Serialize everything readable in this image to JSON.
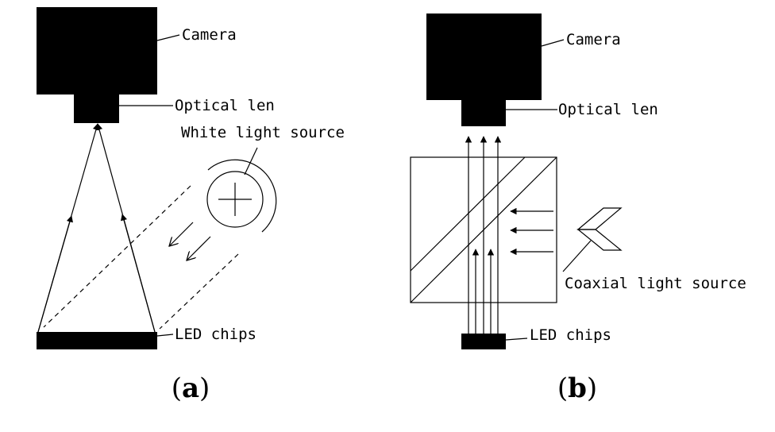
{
  "panel_a": {
    "camera_label": "Camera",
    "lens_label": "Optical len",
    "light_label": "White light source",
    "chips_label": "LED chips",
    "caption_open": "(",
    "caption_letter": "a",
    "caption_close": ")"
  },
  "panel_b": {
    "camera_label": "Camera",
    "lens_label": "Optical len",
    "light_label": "Coaxial light source",
    "chips_label": "LED chips",
    "caption_open": "(",
    "caption_letter": "b",
    "caption_close": ")"
  },
  "colors": {
    "ink": "#000000",
    "background": "#ffffff"
  }
}
